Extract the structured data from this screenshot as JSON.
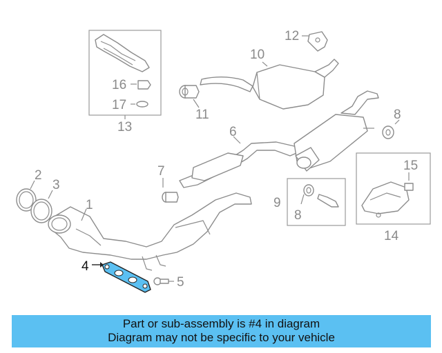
{
  "diagram": {
    "callouts": {
      "c1": "1",
      "c2": "2",
      "c3": "3",
      "c4": "4",
      "c5": "5",
      "c6": "6",
      "c7": "7",
      "c8a": "8",
      "c8b": "8",
      "c9": "9",
      "c10": "10",
      "c11": "11",
      "c12": "12",
      "c13": "13",
      "c14": "14",
      "c15": "15",
      "c16": "16",
      "c17": "17"
    },
    "highlight_color": "#5bc0f2",
    "highlighted_part": "4"
  },
  "banner": {
    "line1": "Part or sub-assembly is #4 in diagram",
    "line2": "Diagram may not be specific to your vehicle",
    "background": "#5bc0f2"
  }
}
